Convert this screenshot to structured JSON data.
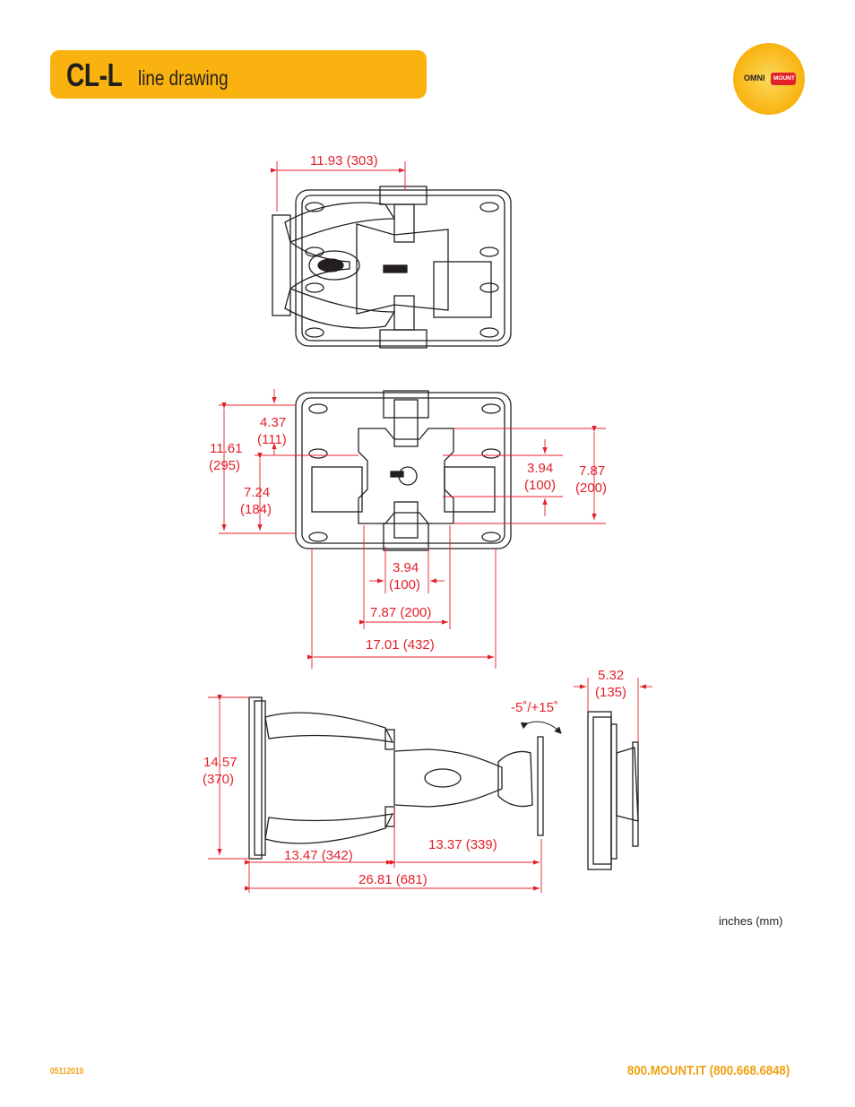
{
  "header": {
    "model": "CL-L",
    "subtitle": "line drawing"
  },
  "logo": {
    "brand_left": "OMNI",
    "brand_right": "MOUNT",
    "icon": "omnimount-logo"
  },
  "dimensions": {
    "top_view_depth": "11.93 (303)",
    "front_height_to_holes": "4.37",
    "front_height_to_holes_mm": "(111)",
    "front_total_height": "11.61",
    "front_total_height_mm": "(295)",
    "front_lower_height": "7.24",
    "front_lower_height_mm": "(184)",
    "vesa_vertical_small": "3.94",
    "vesa_vertical_small_mm": "(100)",
    "vesa_vertical_large": "7.87",
    "vesa_vertical_large_mm": "(200)",
    "vesa_horizontal_small": "3.94",
    "vesa_horizontal_small_mm": "(100)",
    "vesa_horizontal_large": "7.87 (200)",
    "plate_width": "17.01 (432)",
    "side_height": "14.57",
    "side_height_mm": "(370)",
    "tilt_range": "-5˚/+15˚",
    "arm_collapsed": "13.47 (342)",
    "arm_reach": "13.37 (339)",
    "total_extension": "26.81 (681)",
    "profile_depth": "5.32",
    "profile_depth_mm": "(135)"
  },
  "footer": {
    "units": "inches (mm)",
    "doc_number": "05112010",
    "phone": "800.MOUNT.IT (800.668.6848)"
  },
  "colors": {
    "accent": "#f9b20f",
    "dimension": "#e4202a",
    "line": "#231f20",
    "footer": "#f2a00f"
  }
}
